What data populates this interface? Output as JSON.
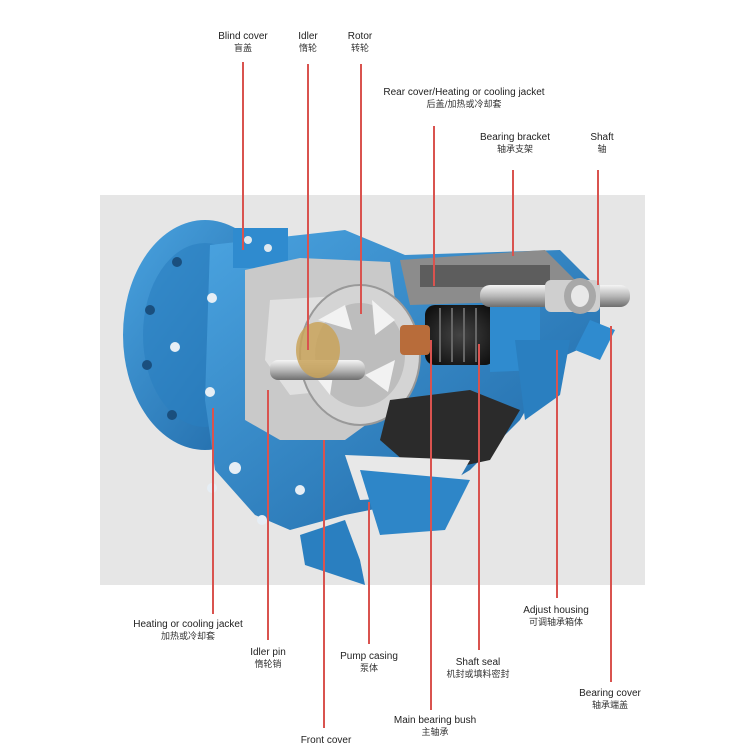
{
  "labels": {
    "blind_cover": {
      "en": "Blind cover",
      "zh": "盲盖"
    },
    "idler": {
      "en": "Idler",
      "zh": "惰轮"
    },
    "rotor": {
      "en": "Rotor",
      "zh": "转轮"
    },
    "rear_cover": {
      "en": "Rear cover/Heating or cooling jacket",
      "zh": "后盖/加热或冷却套"
    },
    "bearing_bracket": {
      "en": "Bearing bracket",
      "zh": "轴承支架"
    },
    "shaft": {
      "en": "Shaft",
      "zh": "轴"
    },
    "heating_jacket": {
      "en": "Heating or cooling jacket",
      "zh": "加热或冷却套"
    },
    "idler_pin": {
      "en": "Idler pin",
      "zh": "惰轮销"
    },
    "pump_casing": {
      "en": "Pump casing",
      "zh": "泵体"
    },
    "shaft_seal": {
      "en": "Shaft seal",
      "zh": "机封或填料密封"
    },
    "adjust_housing": {
      "en": "Adjust housing",
      "zh": "可调轴承箱体"
    },
    "bearing_cover": {
      "en": "Bearing cover",
      "zh": "轴承端盖"
    },
    "main_bearing_bush": {
      "en": "Main bearing bush",
      "zh": "主轴承"
    },
    "front_cover": {
      "en": "Front cover",
      "zh": ""
    }
  },
  "colors": {
    "pump_blue": "#2e86c8",
    "pump_blue_dark": "#1b5f97",
    "leader_red": "#d9534f",
    "background_box": "#e6e6e6"
  }
}
